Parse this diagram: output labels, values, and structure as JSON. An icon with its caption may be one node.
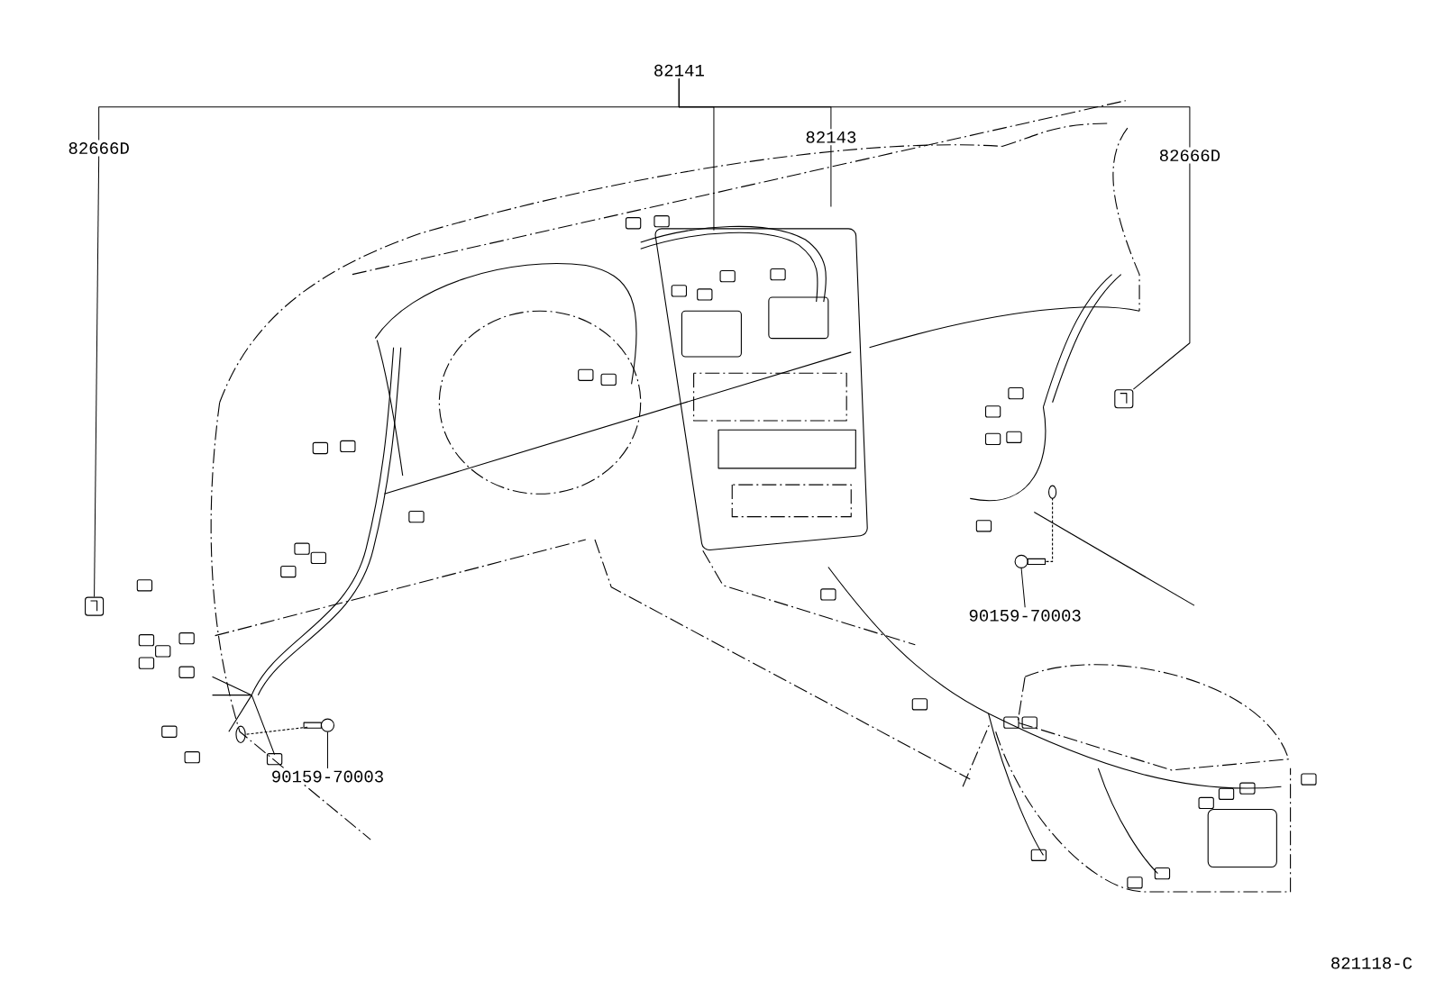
{
  "diagram": {
    "nodes": [
      {
        "text": [
          "82141"
        ]
      },
      {
        "text": [
          "82143"
        ]
      },
      {
        "text": [
          "82666D"
        ]
      },
      {
        "text": [
          "82666D"
        ]
      },
      {
        "text": [],
        "shape": "picture"
      },
      {
        "text": [],
        "shape": "picture"
      },
      {
        "text": [],
        "shape": "picture"
      },
      {
        "text": [
          "90159-70003"
        ]
      },
      {
        "text": [],
        "shape": "picture"
      },
      {
        "text": [
          "90159-70003"
        ]
      }
    ],
    "edges": [
      {
        "from": 0,
        "to": 2,
        "arrow": "none"
      },
      {
        "from": 0,
        "to": 3,
        "arrow": "none"
      },
      {
        "from": 0,
        "to": null,
        "arrow": "none"
      },
      {
        "from": 0,
        "to": 1,
        "arrow": "none"
      },
      {
        "from": 1,
        "to": null,
        "arrow": "none"
      },
      {
        "from": 2,
        "to": 6,
        "arrow": "none"
      },
      {
        "from": 3,
        "to": 4,
        "arrow": "none"
      },
      {
        "from": 7,
        "to": 5,
        "arrow": "none"
      },
      {
        "from": 9,
        "to": 8,
        "arrow": "none"
      }
    ],
    "labels": [
      "821118-C"
    ]
  }
}
